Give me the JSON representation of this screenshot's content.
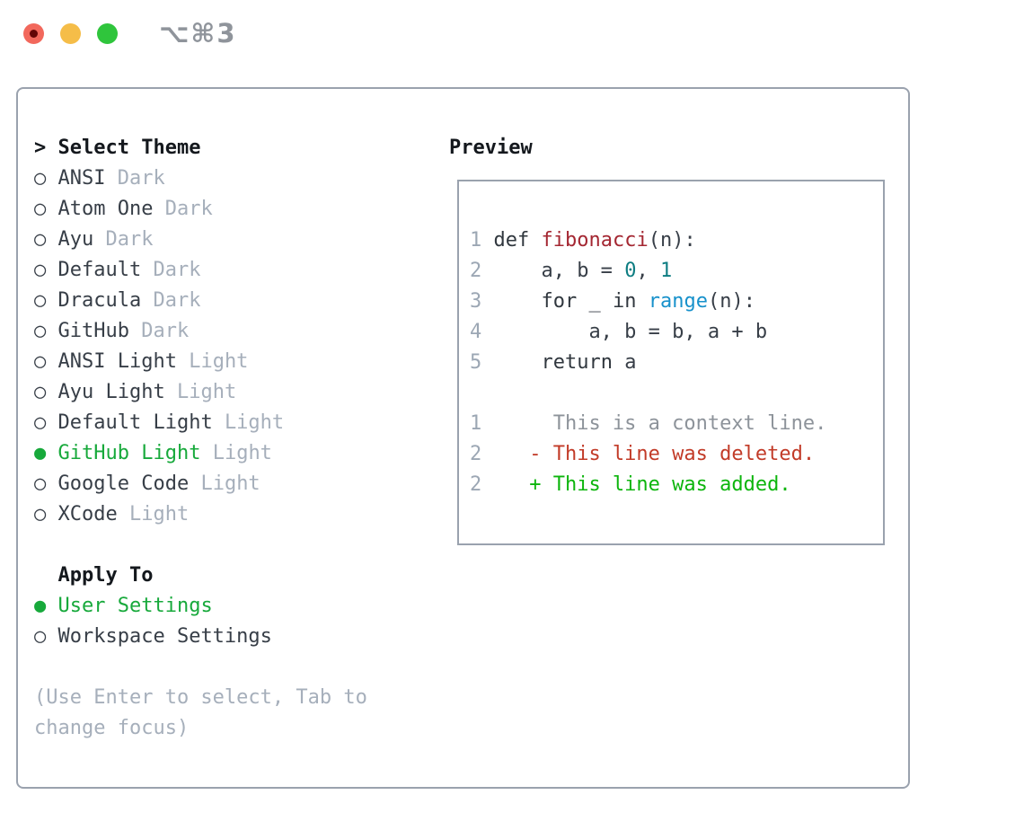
{
  "window": {
    "shortcut": "⌥⌘3"
  },
  "colors": {
    "panel_border": "#9aa2ae",
    "selected_green": "#17a93b",
    "added_green": "#0db50d",
    "deleted_red": "#c23b28",
    "function_red": "#a42732",
    "number_teal": "#0e7d82",
    "builtin_blue": "#1791cb",
    "muted_gray": "#a6afbb",
    "traffic_red": "#f2685c",
    "traffic_yellow": "#f5bd48",
    "traffic_green": "#2fc53c"
  },
  "theme_picker": {
    "prompt": ">",
    "title": "Select Theme",
    "marker_selected": "●",
    "marker_unselected": "○",
    "items": [
      {
        "name": "ANSI",
        "variant": "Dark",
        "selected": false
      },
      {
        "name": "Atom One",
        "variant": "Dark",
        "selected": false
      },
      {
        "name": "Ayu",
        "variant": "Dark",
        "selected": false
      },
      {
        "name": "Default",
        "variant": "Dark",
        "selected": false
      },
      {
        "name": "Dracula",
        "variant": "Dark",
        "selected": false
      },
      {
        "name": "GitHub",
        "variant": "Dark",
        "selected": false
      },
      {
        "name": "ANSI Light",
        "variant": "Light",
        "selected": false
      },
      {
        "name": "Ayu Light",
        "variant": "Light",
        "selected": false
      },
      {
        "name": "Default Light",
        "variant": "Light",
        "selected": false
      },
      {
        "name": "GitHub Light",
        "variant": "Light",
        "selected": true
      },
      {
        "name": "Google Code",
        "variant": "Light",
        "selected": false
      },
      {
        "name": "XCode",
        "variant": "Light",
        "selected": false
      }
    ],
    "apply_title": "Apply To",
    "apply_options": [
      {
        "name": "User Settings",
        "selected": true
      },
      {
        "name": "Workspace Settings",
        "selected": false
      }
    ],
    "hint": "(Use Enter to select, Tab to change focus)"
  },
  "preview": {
    "title": "Preview",
    "code_lines": [
      {
        "no": "1",
        "tokens": [
          {
            "text": " ",
            "type": "p"
          },
          {
            "text": "def",
            "type": "k"
          },
          {
            "text": " ",
            "type": "p"
          },
          {
            "text": "fibonacci",
            "type": "t"
          },
          {
            "text": "(n):",
            "type": "p"
          }
        ]
      },
      {
        "no": "2",
        "tokens": [
          {
            "text": "     a, b = ",
            "type": "p"
          },
          {
            "text": "0",
            "type": "n"
          },
          {
            "text": ", ",
            "type": "p"
          },
          {
            "text": "1",
            "type": "n"
          }
        ]
      },
      {
        "no": "3",
        "tokens": [
          {
            "text": "     ",
            "type": "p"
          },
          {
            "text": "for",
            "type": "k"
          },
          {
            "text": " _ ",
            "type": "p"
          },
          {
            "text": "in",
            "type": "k"
          },
          {
            "text": " ",
            "type": "p"
          },
          {
            "text": "range",
            "type": "b"
          },
          {
            "text": "(n):",
            "type": "p"
          }
        ]
      },
      {
        "no": "4",
        "tokens": [
          {
            "text": "         a, b = b, a + b",
            "type": "p"
          }
        ]
      },
      {
        "no": "5",
        "tokens": [
          {
            "text": "     ",
            "type": "p"
          },
          {
            "text": "return",
            "type": "k"
          },
          {
            "text": " a",
            "type": "p"
          }
        ]
      }
    ],
    "diff_lines": [
      {
        "no": "1",
        "kind": "context",
        "text": "      This is a context line."
      },
      {
        "no": "2",
        "kind": "deleted",
        "text": "    - This line was deleted."
      },
      {
        "no": "2",
        "kind": "added",
        "text": "    + This line was added."
      }
    ]
  }
}
